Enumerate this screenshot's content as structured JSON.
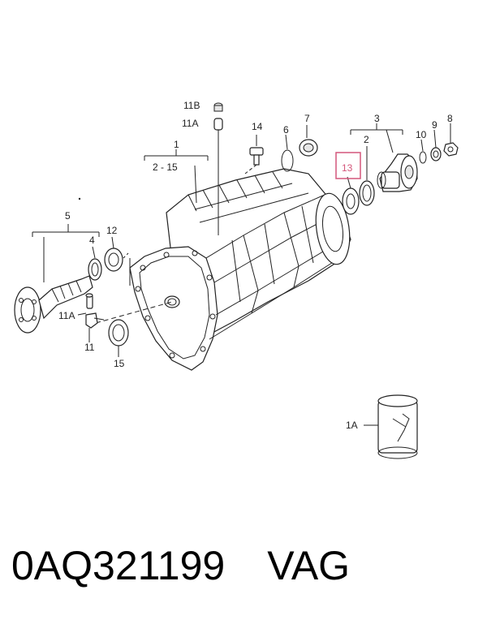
{
  "labels": {
    "l11B": "11B",
    "l11A_top": "11A",
    "l14": "14",
    "l6": "6",
    "l7": "7",
    "l3": "3",
    "l2": "2",
    "l10": "10",
    "l9": "9",
    "l8": "8",
    "l1": "1",
    "l2_15": "2 - 15",
    "l13": "13",
    "l5": "5",
    "l4": "4",
    "l12": "12",
    "l11A_left": "11A",
    "l11": "11",
    "l15": "15",
    "l1A": "1A"
  },
  "highlight_color": "#d4577b",
  "footer": {
    "part_number": "0AQ321199",
    "brand": "VAG"
  }
}
